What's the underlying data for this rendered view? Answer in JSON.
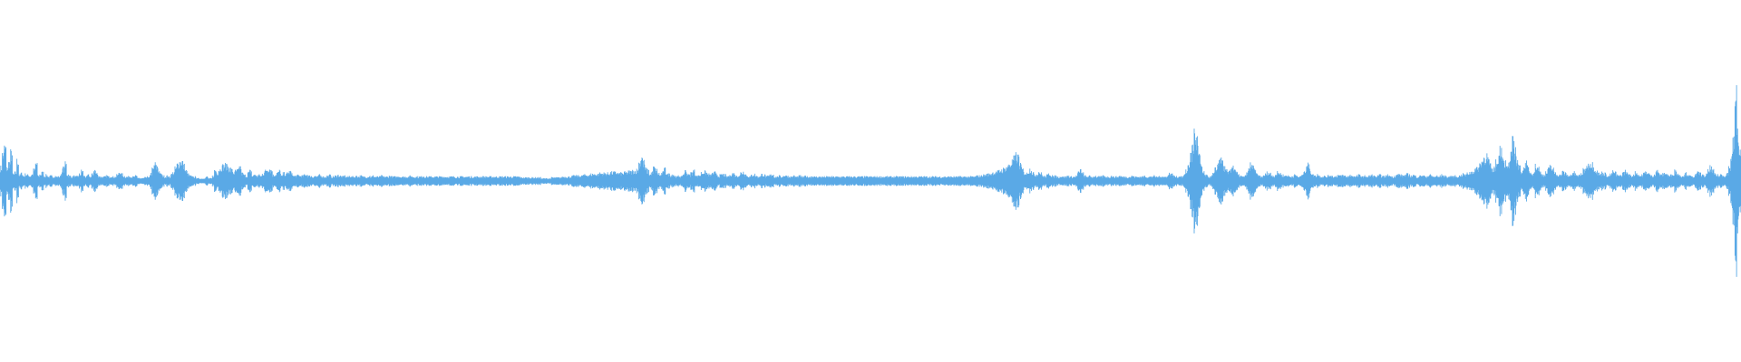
{
  "waveform": {
    "color": "#5aa9e6",
    "background": "#ffffff",
    "peaks": [
      0.16,
      0.32,
      0.4,
      0.15,
      0.22,
      0.33,
      0.08,
      0.1,
      0.24,
      0.07,
      0.09,
      0.06,
      0.08,
      0.07,
      0.06,
      0.08,
      0.13,
      0.21,
      0.06,
      0.08,
      0.1,
      0.06,
      0.07,
      0.05,
      0.06,
      0.05,
      0.06,
      0.05,
      0.05,
      0.09,
      0.15,
      0.2,
      0.08,
      0.06,
      0.05,
      0.06,
      0.05,
      0.06,
      0.08,
      0.12,
      0.06,
      0.05,
      0.07,
      0.05,
      0.08,
      0.13,
      0.09,
      0.06,
      0.05,
      0.05,
      0.05,
      0.06,
      0.05,
      0.06,
      0.05,
      0.05,
      0.07,
      0.11,
      0.08,
      0.06,
      0.05,
      0.05,
      0.06,
      0.05,
      0.05,
      0.06,
      0.04,
      0.03,
      0.03,
      0.04,
      0.05,
      0.04,
      0.09,
      0.14,
      0.2,
      0.17,
      0.12,
      0.08,
      0.06,
      0.05,
      0.06,
      0.05,
      0.08,
      0.1,
      0.15,
      0.2,
      0.23,
      0.24,
      0.18,
      0.12,
      0.08,
      0.06,
      0.05,
      0.05,
      0.04,
      0.03,
      0.03,
      0.03,
      0.04,
      0.05,
      0.03,
      0.03,
      0.06,
      0.13,
      0.1,
      0.14,
      0.17,
      0.18,
      0.19,
      0.17,
      0.15,
      0.13,
      0.1,
      0.12,
      0.13,
      0.17,
      0.09,
      0.07,
      0.06,
      0.1,
      0.12,
      0.06,
      0.08,
      0.06,
      0.07,
      0.06,
      0.09,
      0.12,
      0.14,
      0.15,
      0.13,
      0.07,
      0.08,
      0.1,
      0.12,
      0.06,
      0.09,
      0.08,
      0.1,
      0.11,
      0.08,
      0.06,
      0.06,
      0.07,
      0.06,
      0.06,
      0.07,
      0.08,
      0.06,
      0.06,
      0.05,
      0.06,
      0.05,
      0.07,
      0.06,
      0.05,
      0.05,
      0.06,
      0.07,
      0.05,
      0.05,
      0.06,
      0.07,
      0.06,
      0.05,
      0.06,
      0.05,
      0.05,
      0.06,
      0.05,
      0.05,
      0.06,
      0.05,
      0.06,
      0.05,
      0.05,
      0.05,
      0.06,
      0.05,
      0.06,
      0.05,
      0.05,
      0.05,
      0.06,
      0.05,
      0.05,
      0.05,
      0.06,
      0.05,
      0.05,
      0.05,
      0.06,
      0.05,
      0.05,
      0.05,
      0.05,
      0.05,
      0.06,
      0.05,
      0.05,
      0.05,
      0.05,
      0.05,
      0.06,
      0.05,
      0.05,
      0.05,
      0.05,
      0.05,
      0.05,
      0.05,
      0.05,
      0.05,
      0.05,
      0.05,
      0.05,
      0.05,
      0.05,
      0.05,
      0.05,
      0.05,
      0.05,
      0.05,
      0.05,
      0.05,
      0.05,
      0.05,
      0.05,
      0.05,
      0.05,
      0.05,
      0.05,
      0.05,
      0.05,
      0.05,
      0.05,
      0.05,
      0.05,
      0.05,
      0.05,
      0.05,
      0.05,
      0.05,
      0.05,
      0.05,
      0.05,
      0.05,
      0.05,
      0.05,
      0.05,
      0.04,
      0.04,
      0.04,
      0.04,
      0.04,
      0.04,
      0.04,
      0.04,
      0.04,
      0.04,
      0.03,
      0.03,
      0.03,
      0.03,
      0.03,
      0.04,
      0.04,
      0.04,
      0.04,
      0.04,
      0.05,
      0.05,
      0.05,
      0.05,
      0.05,
      0.06,
      0.06,
      0.06,
      0.06,
      0.06,
      0.07,
      0.07,
      0.07,
      0.07,
      0.08,
      0.08,
      0.08,
      0.08,
      0.09,
      0.09,
      0.09,
      0.09,
      0.09,
      0.1,
      0.1,
      0.1,
      0.1,
      0.09,
      0.09,
      0.09,
      0.1,
      0.1,
      0.11,
      0.11,
      0.12,
      0.12,
      0.13,
      0.22,
      0.29,
      0.22,
      0.14,
      0.12,
      0.08,
      0.1,
      0.16,
      0.13,
      0.09,
      0.07,
      0.1,
      0.14,
      0.1,
      0.08,
      0.07,
      0.08,
      0.06,
      0.05,
      0.06,
      0.05,
      0.08,
      0.12,
      0.09,
      0.07,
      0.1,
      0.12,
      0.08,
      0.06,
      0.07,
      0.1,
      0.11,
      0.1,
      0.08,
      0.07,
      0.09,
      0.1,
      0.08,
      0.06,
      0.07,
      0.08,
      0.07,
      0.05,
      0.06,
      0.08,
      0.09,
      0.07,
      0.06,
      0.07,
      0.1,
      0.11,
      0.08,
      0.06,
      0.05,
      0.07,
      0.08,
      0.06,
      0.05,
      0.06,
      0.08,
      0.07,
      0.05,
      0.06,
      0.07,
      0.08,
      0.05,
      0.05,
      0.06,
      0.05,
      0.06,
      0.07,
      0.06,
      0.05,
      0.05,
      0.06,
      0.05,
      0.05,
      0.06,
      0.05,
      0.05,
      0.06,
      0.05,
      0.05,
      0.06,
      0.05,
      0.05,
      0.05,
      0.05,
      0.05,
      0.05,
      0.05,
      0.05,
      0.05,
      0.05,
      0.05,
      0.05,
      0.05,
      0.05,
      0.05,
      0.05,
      0.05,
      0.05,
      0.05,
      0.05,
      0.05,
      0.05,
      0.05,
      0.05,
      0.05,
      0.05,
      0.05,
      0.05,
      0.05,
      0.05,
      0.05,
      0.05,
      0.05,
      0.05,
      0.05,
      0.05,
      0.05,
      0.05,
      0.05,
      0.05,
      0.05,
      0.05,
      0.05,
      0.05,
      0.05,
      0.05,
      0.05,
      0.05,
      0.05,
      0.05,
      0.05,
      0.05,
      0.05,
      0.05,
      0.05,
      0.05,
      0.05,
      0.05,
      0.05,
      0.05,
      0.05,
      0.05,
      0.05,
      0.05,
      0.05,
      0.05,
      0.05,
      0.05,
      0.05,
      0.05,
      0.05,
      0.05,
      0.05,
      0.05,
      0.05,
      0.05,
      0.05,
      0.05,
      0.06,
      0.06,
      0.06,
      0.07,
      0.07,
      0.08,
      0.08,
      0.09,
      0.1,
      0.1,
      0.11,
      0.12,
      0.13,
      0.14,
      0.16,
      0.18,
      0.2,
      0.23,
      0.26,
      0.3,
      0.28,
      0.2,
      0.14,
      0.1,
      0.09,
      0.12,
      0.14,
      0.1,
      0.07,
      0.08,
      0.11,
      0.09,
      0.06,
      0.05,
      0.07,
      0.09,
      0.07,
      0.05,
      0.06,
      0.05,
      0.05,
      0.06,
      0.05,
      0.05,
      0.06,
      0.05,
      0.05,
      0.05,
      0.06,
      0.1,
      0.13,
      0.09,
      0.06,
      0.05,
      0.06,
      0.05,
      0.05,
      0.06,
      0.05,
      0.05,
      0.05,
      0.06,
      0.05,
      0.05,
      0.05,
      0.06,
      0.05,
      0.05,
      0.05,
      0.06,
      0.05,
      0.05,
      0.05,
      0.05,
      0.05,
      0.06,
      0.05,
      0.05,
      0.05,
      0.05,
      0.05,
      0.06,
      0.05,
      0.05,
      0.05,
      0.06,
      0.05,
      0.05,
      0.05,
      0.06,
      0.05,
      0.05,
      0.07,
      0.09,
      0.08,
      0.06,
      0.05,
      0.05,
      0.06,
      0.05,
      0.08,
      0.12,
      0.2,
      0.3,
      0.42,
      0.58,
      0.48,
      0.3,
      0.18,
      0.1,
      0.07,
      0.06,
      0.05,
      0.06,
      0.09,
      0.14,
      0.2,
      0.28,
      0.24,
      0.16,
      0.12,
      0.1,
      0.14,
      0.18,
      0.15,
      0.1,
      0.07,
      0.06,
      0.05,
      0.06,
      0.09,
      0.14,
      0.2,
      0.16,
      0.12,
      0.08,
      0.06,
      0.05,
      0.06,
      0.08,
      0.1,
      0.09,
      0.07,
      0.06,
      0.08,
      0.1,
      0.09,
      0.07,
      0.06,
      0.07,
      0.06,
      0.05,
      0.06,
      0.07,
      0.06,
      0.05,
      0.06,
      0.09,
      0.14,
      0.2,
      0.17,
      0.1,
      0.07,
      0.06,
      0.08,
      0.06,
      0.05,
      0.06,
      0.05,
      0.06,
      0.07,
      0.06,
      0.05,
      0.06,
      0.07,
      0.06,
      0.07,
      0.06,
      0.05,
      0.06,
      0.07,
      0.06,
      0.05,
      0.06,
      0.07,
      0.06,
      0.05,
      0.06,
      0.05,
      0.06,
      0.07,
      0.06,
      0.05,
      0.06,
      0.07,
      0.06,
      0.05,
      0.06,
      0.07,
      0.06,
      0.05,
      0.06,
      0.07,
      0.08,
      0.07,
      0.06,
      0.07,
      0.08,
      0.07,
      0.06,
      0.07,
      0.06,
      0.05,
      0.06,
      0.07,
      0.06,
      0.05,
      0.06,
      0.07,
      0.06,
      0.05,
      0.06,
      0.05,
      0.06,
      0.07,
      0.06,
      0.05,
      0.05,
      0.06,
      0.05,
      0.06,
      0.05,
      0.06,
      0.07,
      0.08,
      0.07,
      0.09,
      0.1,
      0.11,
      0.12,
      0.14,
      0.16,
      0.2,
      0.24,
      0.28,
      0.3,
      0.26,
      0.18,
      0.13,
      0.16,
      0.22,
      0.3,
      0.4,
      0.32,
      0.22,
      0.16,
      0.2,
      0.3,
      0.46,
      0.38,
      0.24,
      0.16,
      0.12,
      0.15,
      0.22,
      0.16,
      0.11,
      0.09,
      0.12,
      0.18,
      0.16,
      0.11,
      0.08,
      0.07,
      0.1,
      0.14,
      0.18,
      0.14,
      0.1,
      0.08,
      0.07,
      0.08,
      0.11,
      0.09,
      0.07,
      0.06,
      0.08,
      0.1,
      0.08,
      0.06,
      0.07,
      0.09,
      0.13,
      0.16,
      0.2,
      0.22,
      0.2,
      0.16,
      0.12,
      0.09,
      0.08,
      0.1,
      0.09,
      0.07,
      0.06,
      0.08,
      0.11,
      0.1,
      0.07,
      0.06,
      0.07,
      0.1,
      0.12,
      0.09,
      0.07,
      0.06,
      0.08,
      0.1,
      0.08,
      0.06,
      0.07,
      0.09,
      0.11,
      0.09,
      0.07,
      0.06,
      0.08,
      0.12,
      0.1,
      0.07,
      0.08,
      0.1,
      0.08,
      0.06,
      0.07,
      0.09,
      0.12,
      0.09,
      0.07,
      0.06,
      0.07,
      0.09,
      0.08,
      0.06,
      0.05,
      0.06,
      0.08,
      0.1,
      0.09,
      0.07,
      0.06,
      0.08,
      0.12,
      0.16,
      0.12,
      0.08,
      0.07,
      0.06,
      0.08,
      0.07,
      0.06,
      0.1,
      0.16,
      0.3,
      0.46,
      1.0,
      0.6,
      0.34
    ]
  }
}
